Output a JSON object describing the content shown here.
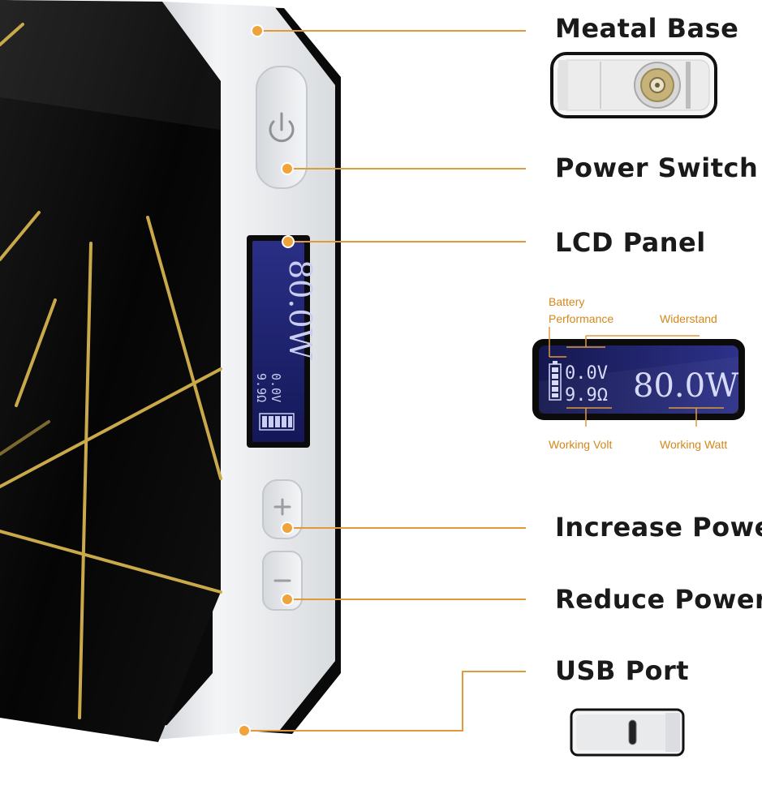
{
  "callouts": {
    "metal_base": "Meatal Base",
    "power_switch": "Power Switch",
    "lcd_panel": "LCD Panel",
    "increase_power": "Increase Power",
    "reduce_power": "Reduce Power",
    "usb_port": "USB Port"
  },
  "lcd_detail": {
    "battery_performance_line1": "Battery",
    "battery_performance_line2": "Performance",
    "widerstand": "Widerstand",
    "working_volt": "Working Volt",
    "working_watt": "Working Watt",
    "volt_value": "0.0V",
    "resistance_value": "9.9Ω",
    "watt_value": "80.0W"
  },
  "device_screen": {
    "watt_value": "80.0W",
    "volt_value": "0.0V",
    "resistance_value": "9.9Ω"
  },
  "colors": {
    "accent": "#f0a33a",
    "body_black": "#0b0b0b",
    "frame_silver": "#e3e5e8",
    "gold_line": "#c9a94a",
    "lcd_screen": "#1b1f6a"
  }
}
